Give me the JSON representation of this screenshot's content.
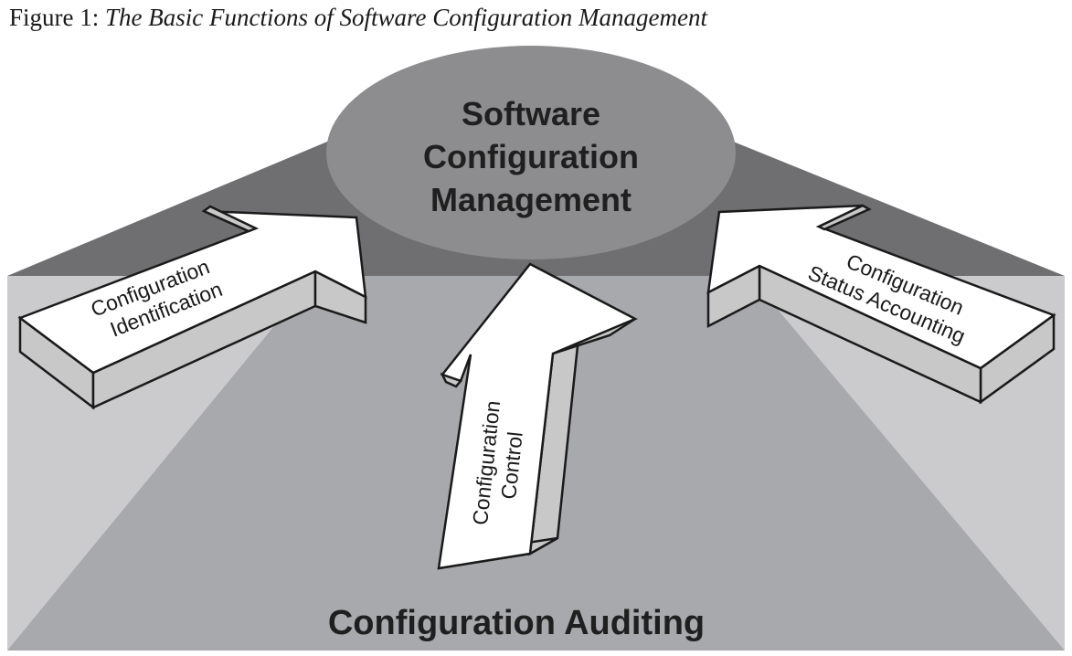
{
  "caption": {
    "prefix": "Figure 1:",
    "title": "The Basic Functions of  Software Configuration Management"
  },
  "center": {
    "line1": "Software",
    "line2": "Configuration",
    "line3": "Management"
  },
  "arrows": {
    "identification": {
      "line1": "Configuration",
      "line2": "Identification"
    },
    "control": {
      "line1": "Configuration",
      "line2": "Control"
    },
    "status_accounting": {
      "line1": "Configuration",
      "line2": "Status Accounting"
    }
  },
  "floor": {
    "label": "Configuration Auditing"
  },
  "colors": {
    "back_wall": "#6f6f72",
    "floor": "#a8a9ac",
    "floor_light": "#cbcbcd",
    "ellipse": "#8d8d90",
    "arrow_face": "#ffffff",
    "arrow_side": "#c8c8c8",
    "outline": "#1a1a1a"
  }
}
